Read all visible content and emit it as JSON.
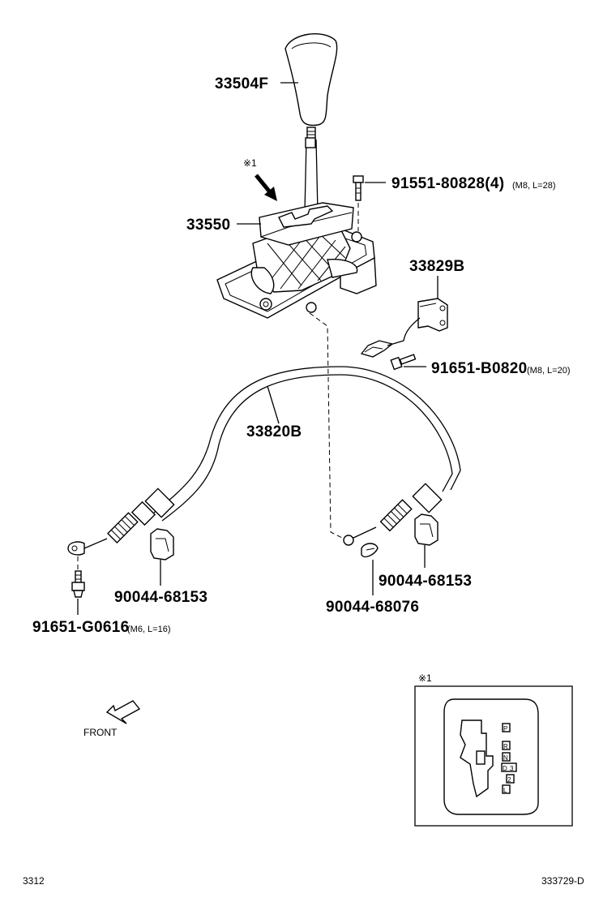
{
  "parts": {
    "knob": "33504F",
    "shift_lever": "33550",
    "note_marker": "※1",
    "bolt": "91551-80828(4)",
    "bolt_spec": "(M8, L=28)",
    "bracket": "33829B",
    "bracket_bolt": "91651-B0820",
    "bracket_bolt_spec": "(M8, L=20)",
    "cable": "33820B",
    "clip_left": "90044-68153",
    "clip_right": "90044-68153",
    "clip_small": "90044-68076",
    "end_bolt": "91651-G0616",
    "end_bolt_spec": "(M6, L=16)"
  },
  "inset": {
    "marker": "※1",
    "gates": [
      "P",
      "R",
      "N",
      "D",
      "3",
      "2",
      "L"
    ]
  },
  "front_label": "FRONT",
  "footer": {
    "left_code": "3312",
    "right_code": "333729-D"
  }
}
